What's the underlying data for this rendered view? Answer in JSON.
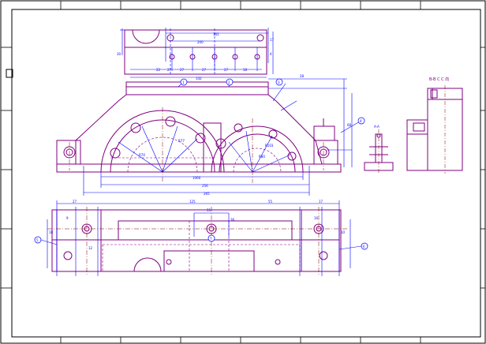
{
  "colors": {
    "outline": "#800080",
    "dimension": "#0000ff",
    "centerline": "#800000",
    "frame": "#000000",
    "paper": "#ffffff"
  },
  "section_view_title": "B-B C C 向",
  "dimensions": {
    "top_view": [
      "165",
      "30",
      "22",
      "200",
      "27",
      "27",
      "27",
      "18",
      "17",
      "4",
      "27",
      "142",
      "R"
    ],
    "front_view": [
      "28",
      "68",
      "1060",
      "256",
      "265",
      "R70",
      "R77",
      "R80",
      "R103"
    ],
    "side_view": [
      "A",
      "A-A",
      "2",
      "4",
      "3"
    ],
    "bottom_view": [
      "27",
      "125",
      "55",
      "12",
      "55",
      "17",
      "18",
      "10",
      "9",
      "36",
      "16"
    ]
  },
  "balloons": [
    "1",
    "2",
    "3",
    "4",
    "5",
    "6",
    "7"
  ]
}
